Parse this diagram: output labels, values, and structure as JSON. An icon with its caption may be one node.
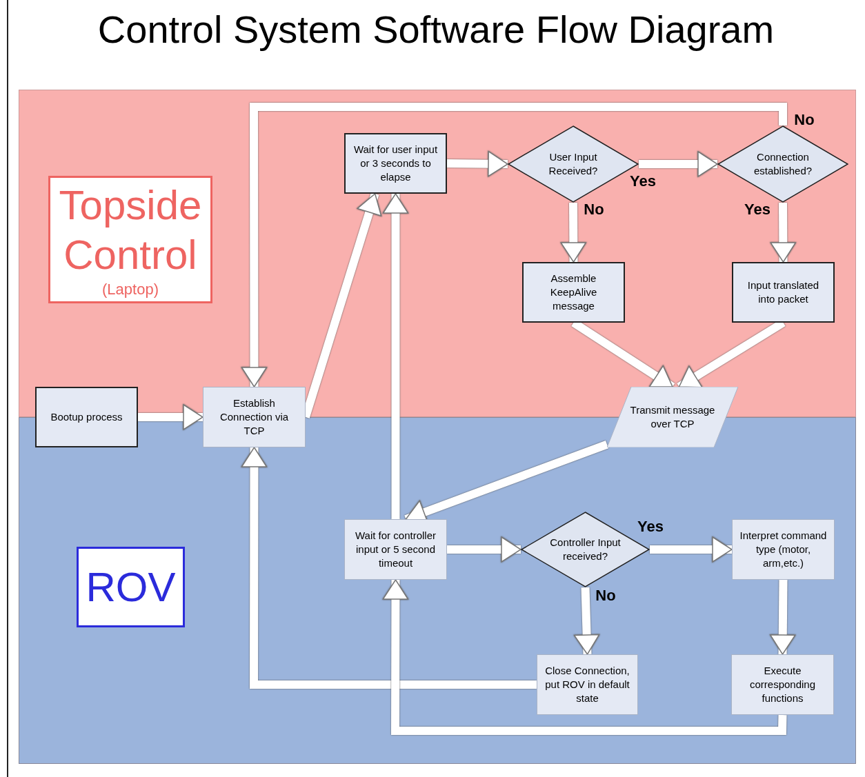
{
  "diagram": {
    "title": "Control System Software Flow Diagram",
    "nodes": [
      {
        "text": [
          "Topside Control",
          "(Laptop)"
        ]
      },
      {
        "text": [
          "ROV"
        ]
      },
      {
        "text": [
          "Wait for user input or 3 seconds to elapse"
        ]
      },
      {
        "text": [
          "User Input Received?"
        ]
      },
      {
        "text": [
          "Connection established?"
        ]
      },
      {
        "text": [
          "Assemble KeepAlive message"
        ]
      },
      {
        "text": [
          "Input translated into packet"
        ]
      },
      {
        "text": [
          "Bootup process"
        ]
      },
      {
        "text": [
          "Establish Connection via TCP"
        ]
      },
      {
        "text": [
          "Transmit message over TCP"
        ]
      },
      {
        "text": [
          "Wait for controller input or 5 second timeout"
        ]
      },
      {
        "text": [
          "Controller Input received?"
        ]
      },
      {
        "text": [
          "Interpret command type (motor, arm,etc.)"
        ]
      },
      {
        "text": [
          "Close Connection, put ROV in default state"
        ]
      },
      {
        "text": [
          "Execute corresponding functions"
        ]
      }
    ],
    "edges": [
      {
        "from": 7,
        "to": 8,
        "arrow": "to"
      },
      {
        "from": 8,
        "to": 2,
        "arrow": "to"
      },
      {
        "from": 2,
        "to": 3,
        "arrow": "to"
      },
      {
        "from": 3,
        "to": 4,
        "arrow": "to",
        "label": "Yes"
      },
      {
        "from": 3,
        "to": 5,
        "arrow": "to",
        "label": "No"
      },
      {
        "from": 4,
        "to": 6,
        "arrow": "to",
        "label": "Yes"
      },
      {
        "from": 4,
        "to": 8,
        "arrow": "to",
        "label": "No"
      },
      {
        "from": 5,
        "to": 9,
        "arrow": "to"
      },
      {
        "from": 6,
        "to": 9,
        "arrow": "to"
      },
      {
        "from": 9,
        "to": 10,
        "arrow": "to"
      },
      {
        "from": 10,
        "to": 2,
        "arrow": "to"
      },
      {
        "from": 10,
        "to": 11,
        "arrow": "to"
      },
      {
        "from": 11,
        "to": 12,
        "arrow": "to",
        "label": "Yes"
      },
      {
        "from": 11,
        "to": 13,
        "arrow": "to",
        "label": "No"
      },
      {
        "from": 12,
        "to": 14,
        "arrow": "to"
      },
      {
        "from": 13,
        "to": 8,
        "arrow": "to"
      },
      {
        "from": 14,
        "to": 10,
        "arrow": "to"
      }
    ]
  }
}
